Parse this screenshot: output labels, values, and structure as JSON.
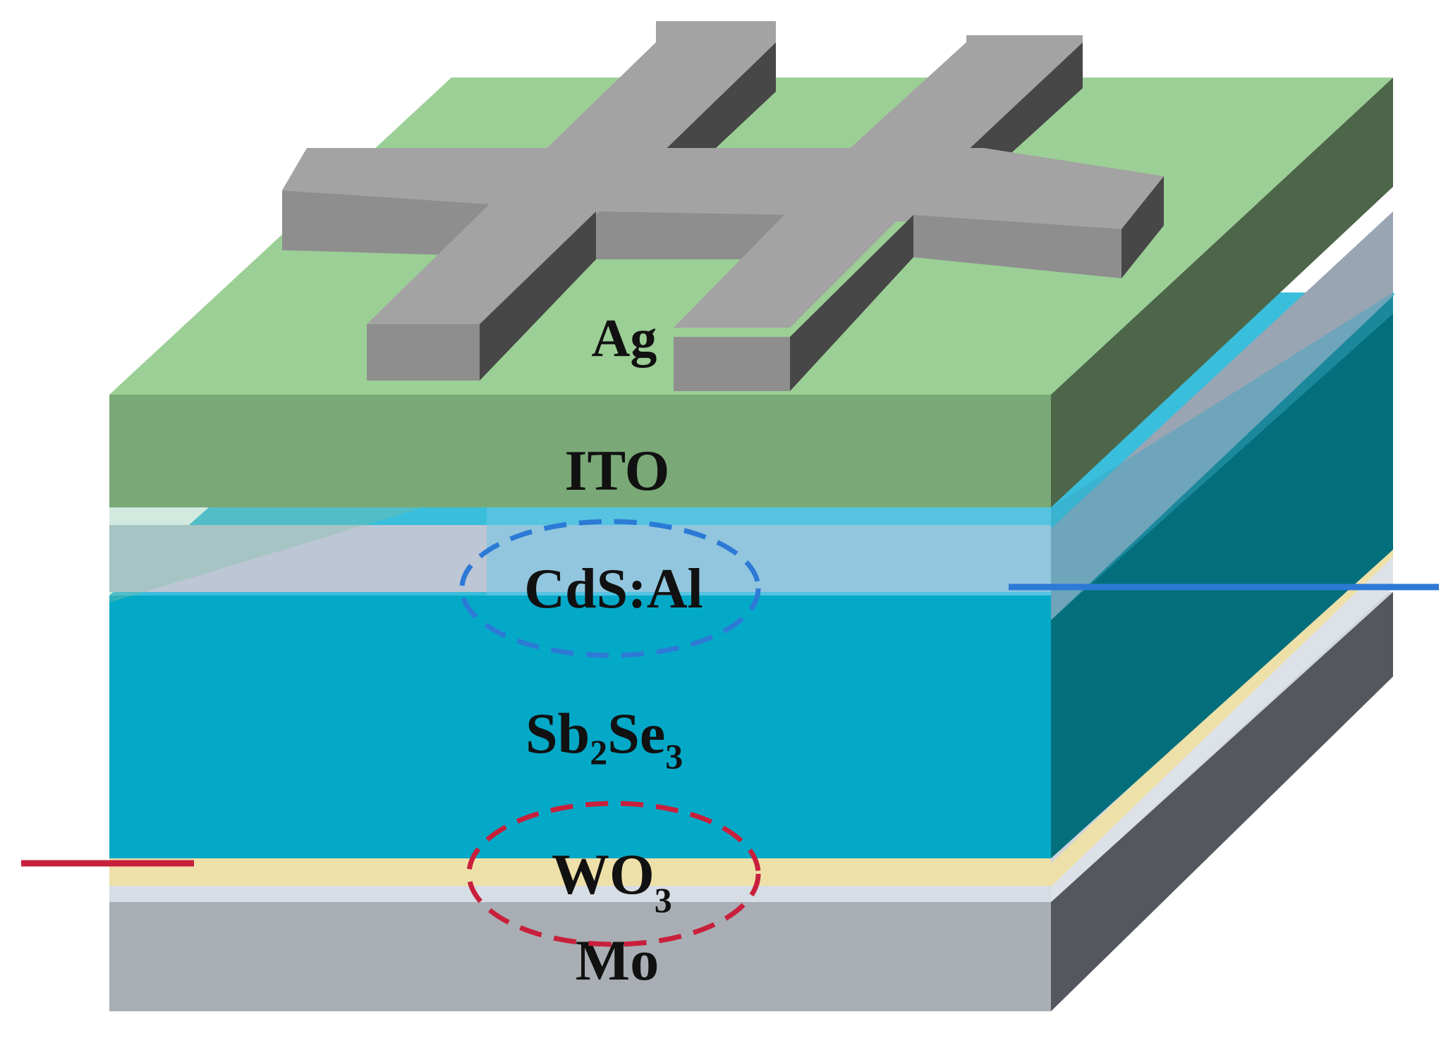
{
  "layers": [
    {
      "id": "ag",
      "label": "Ag"
    },
    {
      "id": "ito",
      "label": "ITO"
    },
    {
      "id": "cds",
      "label": "CdS:Al"
    },
    {
      "id": "sb2se3",
      "label_main": "Sb",
      "label_sub1": "2",
      "label_mid": "Se",
      "label_sub2": "3"
    },
    {
      "id": "wo3",
      "label_main": "WO",
      "label_sub": "3"
    },
    {
      "id": "mo",
      "label": "Mo"
    }
  ],
  "colors": {
    "ag_top": "#9ccf96",
    "ag_front": "#7aa977",
    "ag_side": "#4d6548",
    "electrode_top": "#a3a3a3",
    "electrode_front": "#8e8e8e",
    "electrode_side": "#474747",
    "cds_front": "#bcc6d4",
    "cds_side": "#9aa5b4",
    "sb2se3_front": "#05a9c8",
    "sb2se3_side": "#046f7c",
    "sb2se3_edge": "#12c6ea",
    "wo3": "#eee0a9",
    "mo_front": "#a9aeb4",
    "mo_side": "#54575d",
    "blue_marker": "#2c7ad6",
    "red_marker": "#c8203c"
  }
}
